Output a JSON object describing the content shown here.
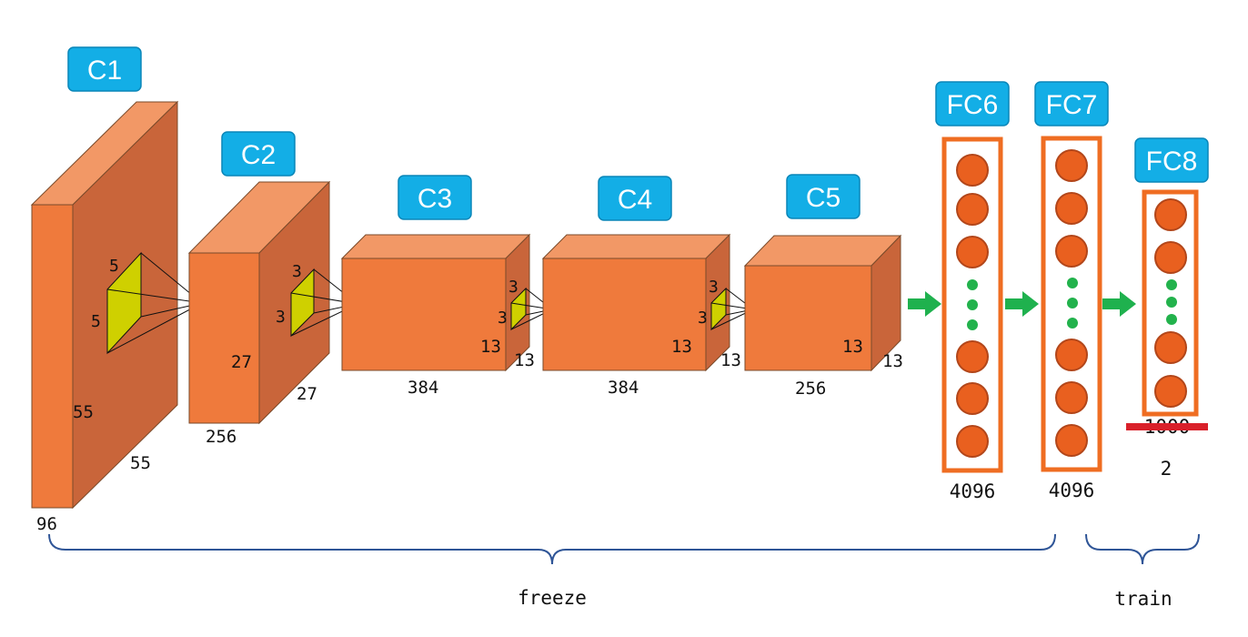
{
  "colors": {
    "tag_fill": "#13aee6",
    "block_front": "#ef7a3c",
    "block_top": "#f29866",
    "block_side": "#c9653a",
    "kernel": "#cfd000",
    "neuron": "#e9601f",
    "arrow": "#1fb14e",
    "brace": "#2f5597",
    "strike": "#d9202a"
  },
  "layers": {
    "c1": {
      "tag": "C1",
      "depth": "96",
      "height": "55",
      "width": "55",
      "kernel_h": "5",
      "kernel_w": "5"
    },
    "c2": {
      "tag": "C2",
      "depth": "256",
      "height": "27",
      "width": "27",
      "kernel_h": "3",
      "kernel_w": "3"
    },
    "c3": {
      "tag": "C3",
      "depth": "384",
      "height": "13",
      "width": "13",
      "kernel_h": "3",
      "kernel_w": "3"
    },
    "c4": {
      "tag": "C4",
      "depth": "384",
      "height": "13",
      "width": "13",
      "kernel_h": "3",
      "kernel_w": "3"
    },
    "c5": {
      "tag": "C5",
      "depth": "256",
      "height": "13",
      "width": "13"
    },
    "fc6": {
      "tag": "FC6",
      "units": "4096"
    },
    "fc7": {
      "tag": "FC7",
      "units": "4096"
    },
    "fc8": {
      "tag": "FC8",
      "units_old": "1000",
      "units_new": "2"
    }
  },
  "groups": {
    "freeze": "freeze",
    "train": "train"
  }
}
